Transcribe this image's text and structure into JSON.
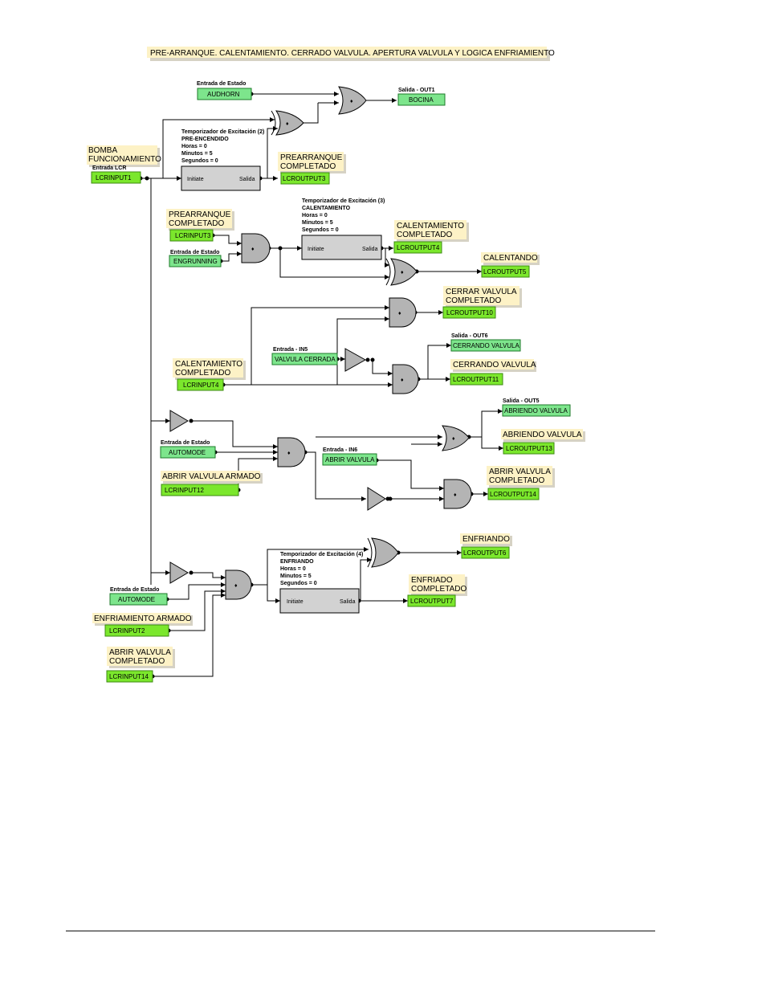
{
  "title": "PRE-ARRANQUE. CALENTAMIENTO. CERRADO VALVULA. APERTURA VALVULA Y LOGICA ENFRIAMIENTO",
  "inputs": {
    "audhorn": {
      "caption": "Entrada de Estado",
      "name": "AUDHORN"
    },
    "lcr": {
      "note": [
        "BOMBA",
        "FUNCIONAMIENTO"
      ],
      "caption": "Entrada LCR",
      "name": "LCRINPUT1"
    },
    "lcrinput3": {
      "note": [
        "PREARRANQUE",
        "COMPLETADO"
      ],
      "name": "LCRINPUT3"
    },
    "engrunning": {
      "caption": "Entrada de Estado",
      "name": "ENGRUNNING"
    },
    "lcrinput4": {
      "note": [
        "CALENTAMIENTO",
        "COMPLETADO"
      ],
      "name": "LCRINPUT4"
    },
    "in5": {
      "caption": "Entrada - IN5",
      "name": "VALVULA CERRADA"
    },
    "automode1": {
      "caption": "Entrada de Estado",
      "name": "AUTOMODE"
    },
    "lcrinput12": {
      "note": [
        "ABRIR VALVULA ARMADO"
      ],
      "name": "LCRINPUT12"
    },
    "in6": {
      "caption": "Entrada - IN6",
      "name": "ABRIR VALVULA"
    },
    "automode2": {
      "caption": "Entrada de Estado",
      "name": "AUTOMODE"
    },
    "lcrinput2": {
      "note": [
        "ENFRIAMIENTO ARMADO"
      ],
      "name": "LCRINPUT2"
    },
    "lcrinput14": {
      "note": [
        "ABRIR VALVULA",
        "COMPLETADO"
      ],
      "name": "LCRINPUT14"
    }
  },
  "outputs": {
    "out1": {
      "caption": "Salida - OUT1",
      "name": "BOCINA"
    },
    "lcroutput3": {
      "note": [
        "PREARRANQUE",
        "COMPLETADO"
      ],
      "name": "LCROUTPUT3"
    },
    "lcroutput4": {
      "note": [
        "CALENTAMIENTO",
        "COMPLETADO"
      ],
      "name": "LCROUTPUT4"
    },
    "lcroutput5": {
      "note": [
        "CALENTANDO"
      ],
      "name": "LCROUTPUT5"
    },
    "lcroutput10": {
      "note": [
        "CERRAR VALVULA",
        "COMPLETADO"
      ],
      "name": "LCROUTPUT10"
    },
    "out6": {
      "caption": "Salida - OUT6",
      "name": "CERRANDO VALVULA"
    },
    "lcroutput11": {
      "note": [
        "CERRANDO VALVULA"
      ],
      "name": "LCROUTPUT11"
    },
    "out5": {
      "caption": "Salida - OUT5",
      "name": "ABRIENDO VALVULA"
    },
    "lcroutput13": {
      "note": [
        "ABRIENDO VALVULA"
      ],
      "name": "LCROUTPUT13"
    },
    "lcroutput14": {
      "note": [
        "ABRIR VALVULA",
        "COMPLETADO"
      ],
      "name": "LCROUTPUT14"
    },
    "lcroutput6": {
      "note": [
        "ENFRIANDO"
      ],
      "name": "LCROUTPUT6"
    },
    "lcroutput7": {
      "note": [
        "ENFRIADO",
        "COMPLETADO"
      ],
      "name": "LCROUTPUT7"
    }
  },
  "timers": {
    "t2": {
      "lines": [
        "Temporizador de Excitación (2)",
        "PRE-ENCENDIDO",
        "Horas = 0",
        "Minutos = 5",
        "Segundos = 0"
      ],
      "initiate": "Initiate",
      "salida": "Salida"
    },
    "t3": {
      "lines": [
        "Temporizador de Excitación (3)",
        "CALENTAMIENTO",
        "Horas = 0",
        "Minutos = 5",
        "Segundos = 0"
      ],
      "initiate": "Initiate",
      "salida": "Salida"
    },
    "t4": {
      "lines": [
        "Temporizador de Excitación (4)",
        "ENFRIANDO",
        "Horas = 0",
        "Minutos = 5",
        "Segundos = 0"
      ],
      "initiate": "Initiate",
      "salida": "Salida"
    }
  }
}
